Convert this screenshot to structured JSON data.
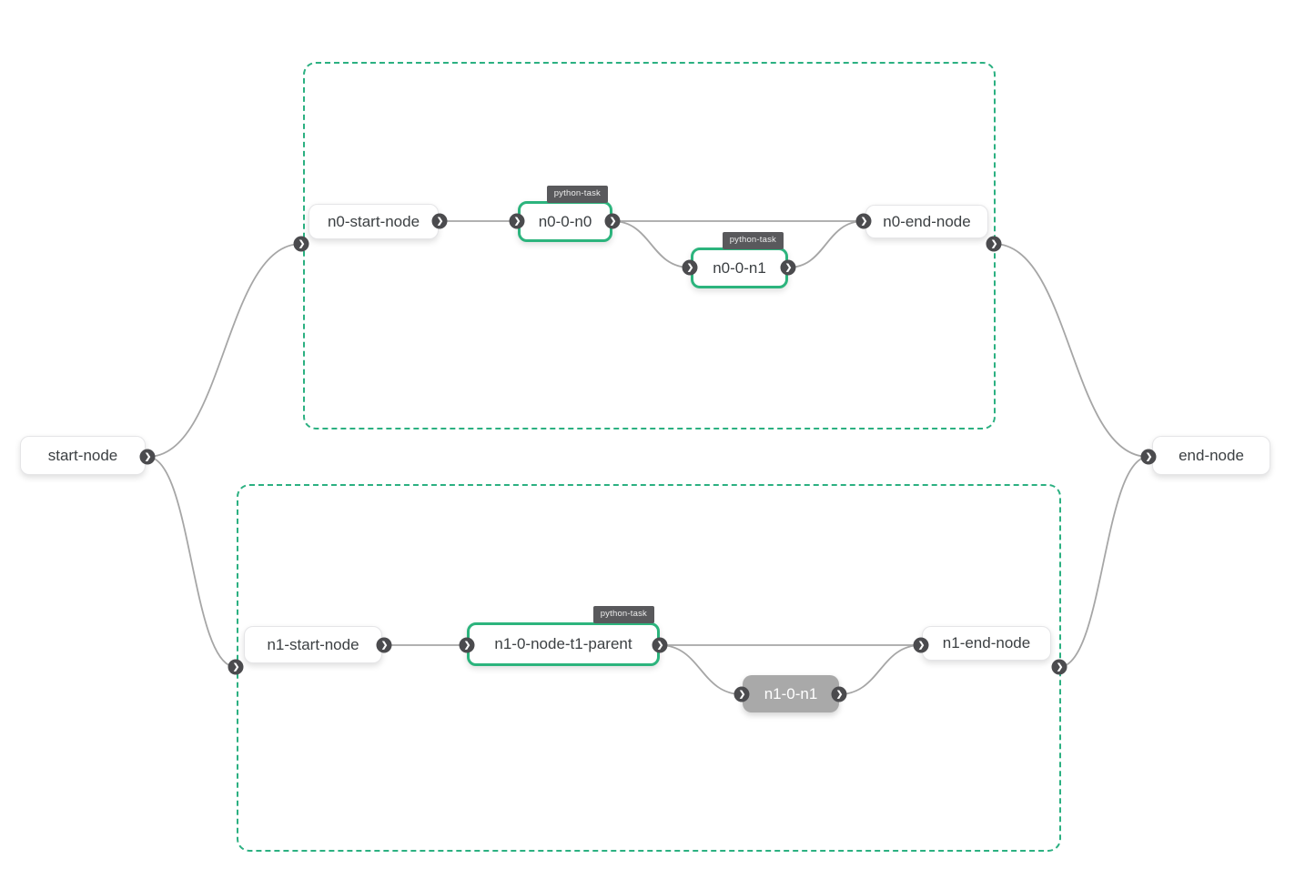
{
  "badge_label": "python-task",
  "colors": {
    "edge_color": "#a6a6a6",
    "group_border": "#2bb081",
    "task_border": "#2cb47d",
    "port_bg": "#4b4b4e",
    "badge_bg": "#59595c",
    "badge_text": "#ededed",
    "node_text": "#3c4043",
    "gray_node_bg": "#a9a9a9"
  },
  "nodes": {
    "start": {
      "label": "start-node"
    },
    "n0_start": {
      "label": "n0-start-node"
    },
    "n0_0_n0": {
      "label": "n0-0-n0",
      "type_badge": "python-task"
    },
    "n0_0_n1": {
      "label": "n0-0-n1",
      "type_badge": "python-task"
    },
    "n0_end": {
      "label": "n0-end-node"
    },
    "n1_start": {
      "label": "n1-start-node"
    },
    "n1_parent": {
      "label": "n1-0-node-t1-parent",
      "type_badge": "python-task"
    },
    "n1_0_n1": {
      "label": "n1-0-n1"
    },
    "n1_end": {
      "label": "n1-end-node"
    },
    "end": {
      "label": "end-node"
    }
  }
}
